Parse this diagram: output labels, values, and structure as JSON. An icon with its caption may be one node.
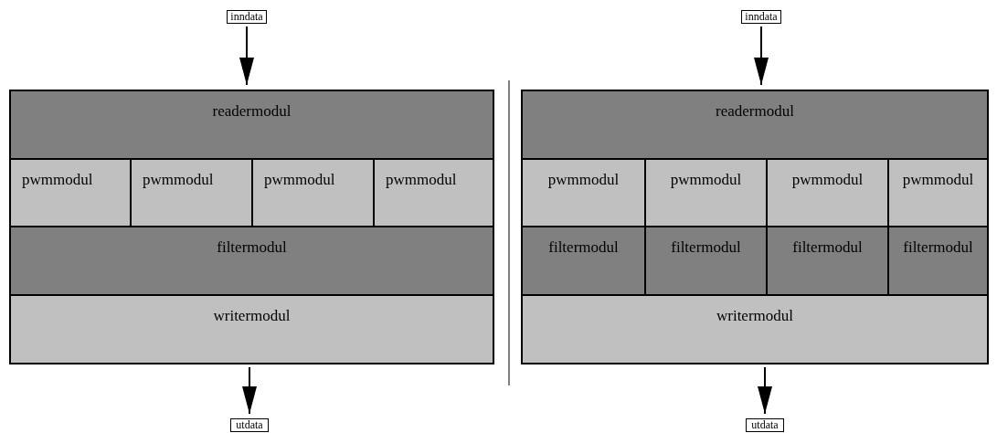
{
  "diagram": {
    "nodes": [
      {
        "text": [
          "inndata"
        ]
      },
      {
        "text": [
          "readermodul"
        ]
      },
      {
        "text": [
          "pwmmodul"
        ]
      },
      {
        "text": [
          "pwmmodul"
        ]
      },
      {
        "text": [
          "pwmmodul"
        ]
      },
      {
        "text": [
          "pwmmodul"
        ]
      },
      {
        "text": [
          "filtermodul"
        ]
      },
      {
        "text": [
          "writermodul"
        ]
      },
      {
        "text": [
          "utdata"
        ]
      },
      {
        "text": [
          "inndata"
        ]
      },
      {
        "text": [
          "readermodul"
        ]
      },
      {
        "text": [
          "pwmmodul"
        ]
      },
      {
        "text": [
          "pwmmodul"
        ]
      },
      {
        "text": [
          "pwmmodul"
        ]
      },
      {
        "text": [
          "pwmmodul"
        ]
      },
      {
        "text": [
          "filtermodul"
        ]
      },
      {
        "text": [
          "filtermodul"
        ]
      },
      {
        "text": [
          "filtermodul"
        ]
      },
      {
        "text": [
          "filtermodul"
        ]
      },
      {
        "text": [
          "writermodul"
        ]
      },
      {
        "text": [
          "utdata"
        ]
      }
    ],
    "edges": [
      {
        "from": 0,
        "to": 1,
        "arrow": "to"
      },
      {
        "from": 7,
        "to": 8,
        "arrow": "to"
      },
      {
        "from": 9,
        "to": 10,
        "arrow": "to"
      },
      {
        "from": 19,
        "to": 20,
        "arrow": "to"
      }
    ]
  }
}
